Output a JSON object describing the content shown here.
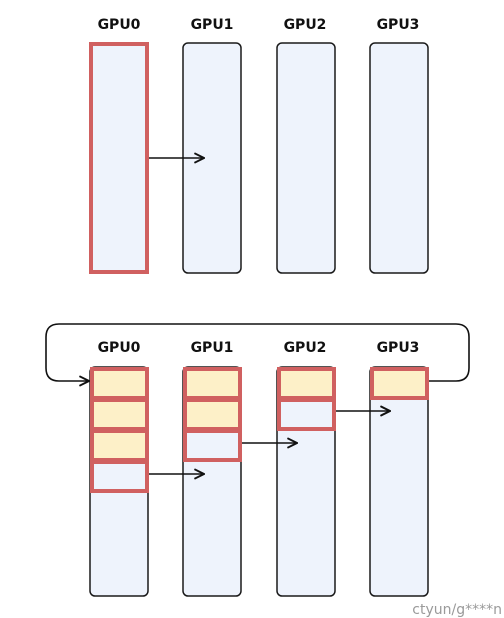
{
  "colors": {
    "gpu_fill": "#eef3fc",
    "gpu_stroke": "#1a1a1a",
    "highlight": "#d06060",
    "chunk_fill": "#fdf0c8",
    "arrow": "#111111"
  },
  "top": {
    "gpus": [
      {
        "label": "GPU0",
        "highlighted": true
      },
      {
        "label": "GPU1",
        "highlighted": false
      },
      {
        "label": "GPU2",
        "highlighted": false
      },
      {
        "label": "GPU3",
        "highlighted": false
      }
    ]
  },
  "bottom": {
    "gpus": [
      {
        "label": "GPU0",
        "filled_chunks": 3,
        "empty_chunks": 1
      },
      {
        "label": "GPU1",
        "filled_chunks": 2,
        "empty_chunks": 1
      },
      {
        "label": "GPU2",
        "filled_chunks": 1,
        "empty_chunks": 1
      },
      {
        "label": "GPU3",
        "filled_chunks": 1,
        "empty_chunks": 0
      }
    ]
  },
  "watermark": "ctyun/g****n"
}
